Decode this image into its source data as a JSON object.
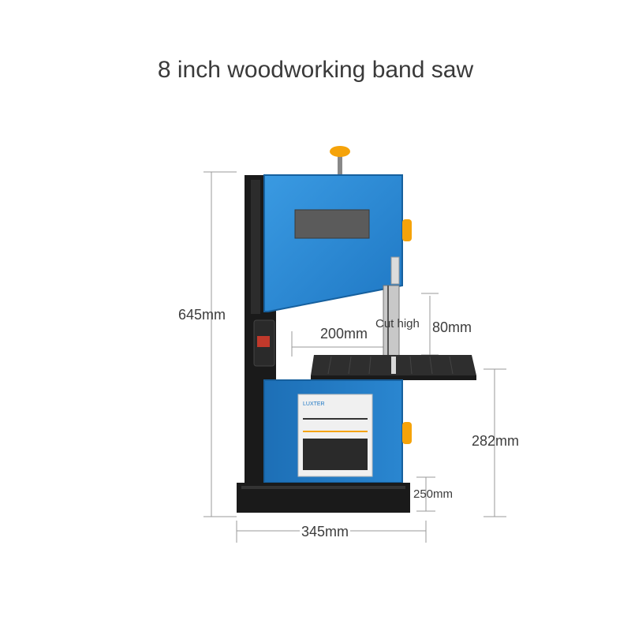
{
  "title": "8 inch woodworking band saw",
  "dimensions": {
    "height": "645mm",
    "throat": "200mm",
    "cut_height_label": "Cut high",
    "cut_height": "80mm",
    "table_height": "282mm",
    "base_height": "250mm",
    "width": "345mm"
  },
  "product": {
    "body_color": "#2f8fd8",
    "frame_color": "#1a1a1a",
    "knob_color": "#f5a30a",
    "brand_text": "LUXTER"
  }
}
